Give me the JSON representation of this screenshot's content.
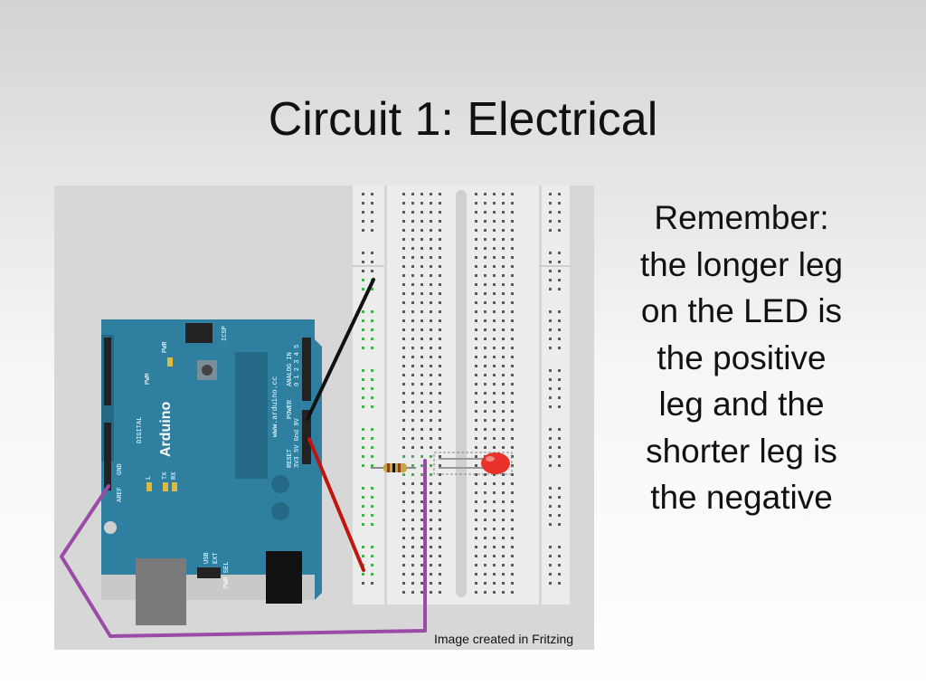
{
  "slide": {
    "title": "Circuit 1: Electrical",
    "note": "Remember: the longer leg on the LED is the positive leg and the shorter leg is the negative"
  },
  "figure": {
    "caption": "Image created in Fritzing",
    "board_logo": "Arduino",
    "board_url": "www.arduino.cc",
    "labels": {
      "digital": "DIGITAL",
      "pwm": "PWM",
      "icsp": "ICSP",
      "power": "POWER",
      "analog_in": "ANALOG IN",
      "analog_pins": "0 1 2 3 4 5",
      "power_pins": "5V Gnd 9V",
      "reset": "RESET",
      "v33": "3V3",
      "aref": "AREF",
      "gnd": "GND",
      "usb": "USB",
      "ext": "EXT",
      "pwr_sel": "PWR SEL",
      "tx": "TX",
      "rx": "RX",
      "led_l": "L"
    },
    "colors": {
      "board": "#2e7fa0",
      "board_dark": "#246a86",
      "breadboard": "#ececec",
      "wire_black": "#111111",
      "wire_red": "#c0140f",
      "wire_purple": "#9b4aa8",
      "led": "#e8312a",
      "resistor": "#c9a44a",
      "active_hole": "#39b54a",
      "hole": "#5a5a5a"
    }
  }
}
